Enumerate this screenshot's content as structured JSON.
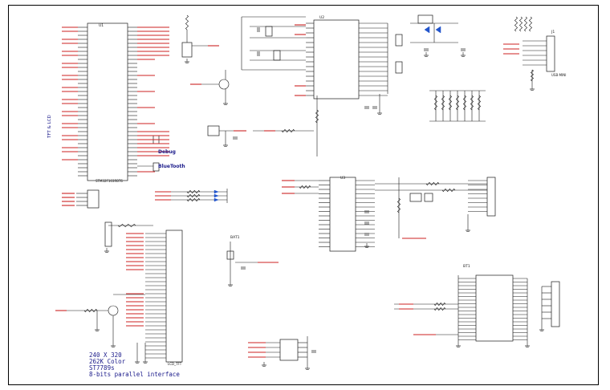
{
  "colors": {
    "wire": "#1a1a1a",
    "net_label": "#cc2222",
    "part": "#1a1a1a",
    "highlight": "#2255cc",
    "note": "#1a1a8a"
  },
  "labels": {
    "debug": "Debug",
    "bluetooth": "BlueTooth",
    "stm_side": "TFT & LCD",
    "u1": "U1",
    "u2": "U2",
    "u3": "U3",
    "j1": "J1",
    "bat": "BAT1",
    "bt": "BT1",
    "mcu_part": "STM32F103RBT6",
    "lcd_part": "LCD_TFT",
    "usb_part": "USB-MINI"
  },
  "lcd_note": {
    "line1": "240 X 320",
    "line2": "262K Color",
    "line3": "ST7789s",
    "line4": "8-bits parallel interface"
  },
  "icons": [
    "crystal-icon",
    "capacitor-icon",
    "resistor-icon",
    "transistor-icon",
    "diode-icon",
    "ground-icon",
    "connector-icon"
  ]
}
